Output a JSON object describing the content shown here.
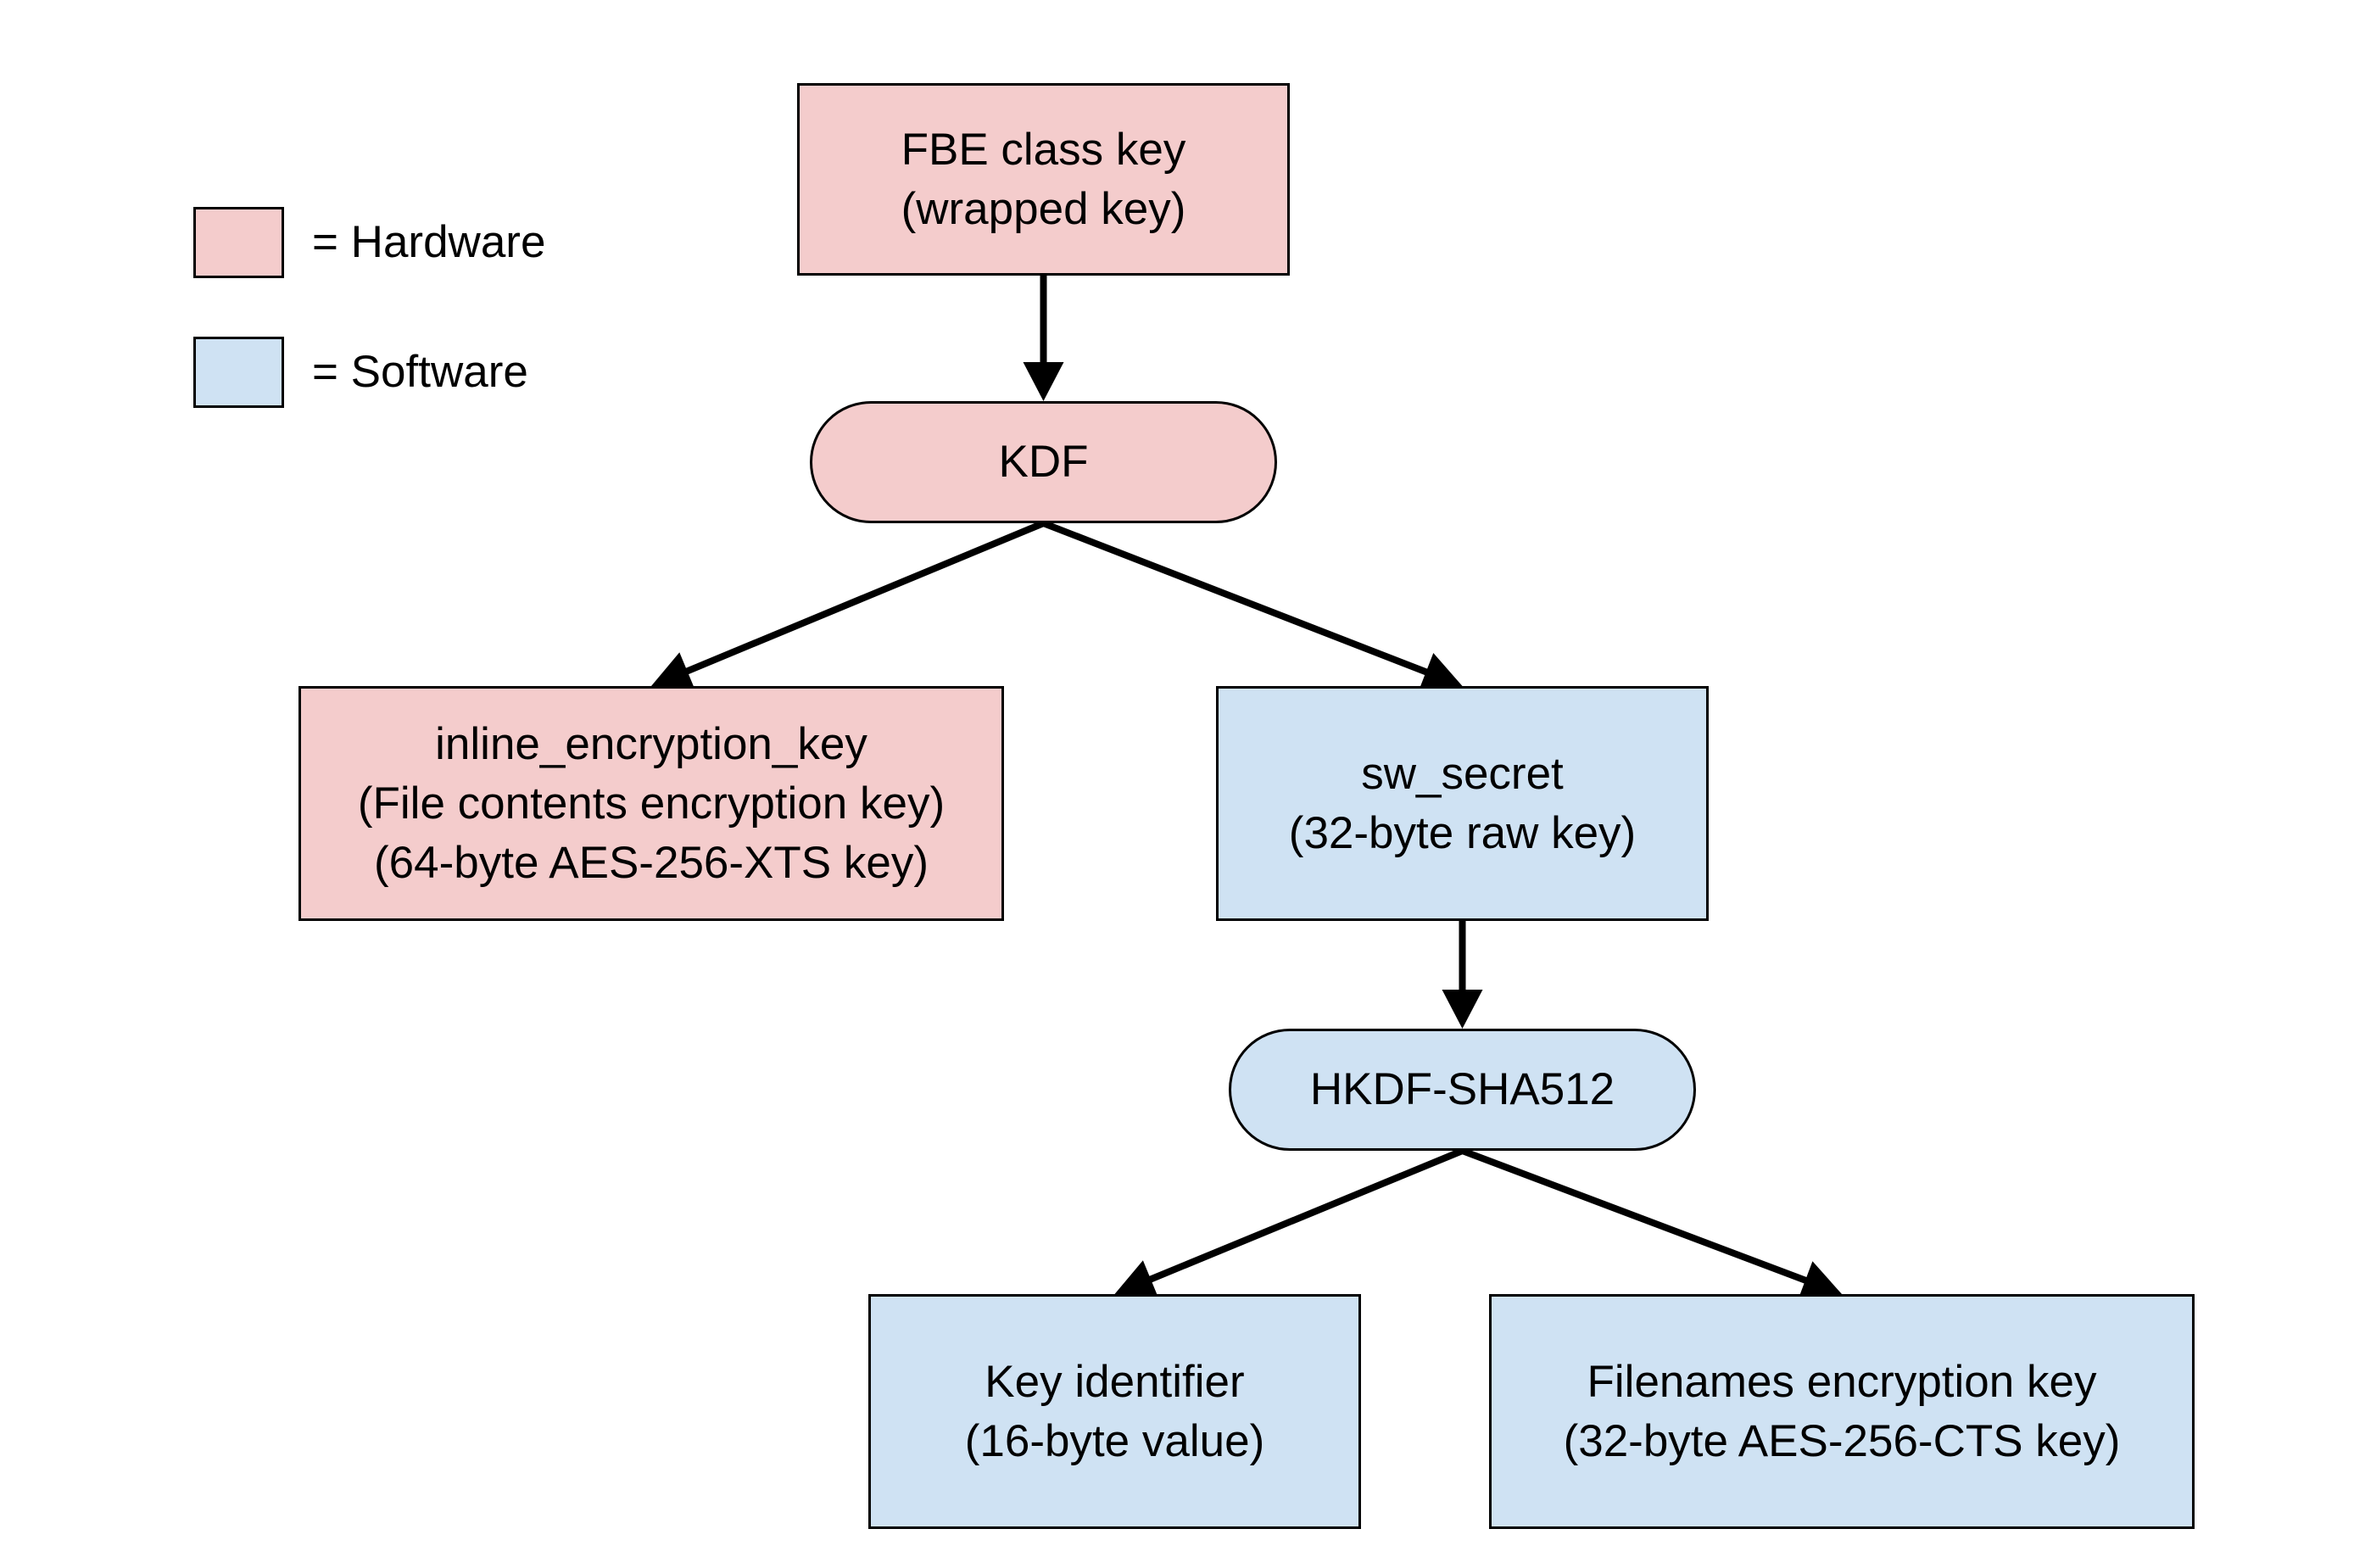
{
  "colors": {
    "hardware": "#f4cccc",
    "software": "#cfe2f3",
    "stroke": "#000000"
  },
  "legend": {
    "hardware_label": "= Hardware",
    "software_label": "= Software"
  },
  "nodes": {
    "fbe_class_key": {
      "lines": [
        "FBE class key",
        "(wrapped key)"
      ],
      "category": "hardware"
    },
    "kdf": {
      "lines": [
        "KDF"
      ],
      "category": "hardware"
    },
    "inline_encryption_key": {
      "lines": [
        "inline_encryption_key",
        "(File contents encryption key)",
        "(64-byte AES-256-XTS key)"
      ],
      "category": "hardware"
    },
    "sw_secret": {
      "lines": [
        "sw_secret",
        "(32-byte raw key)"
      ],
      "category": "software"
    },
    "hkdf_sha512": {
      "lines": [
        "HKDF-SHA512"
      ],
      "category": "software"
    },
    "key_identifier": {
      "lines": [
        "Key identifier",
        "(16-byte value)"
      ],
      "category": "software"
    },
    "filenames_encryption_key": {
      "lines": [
        "Filenames encryption key",
        "(32-byte AES-256-CTS key)"
      ],
      "category": "software"
    }
  },
  "edges": [
    {
      "from": "fbe_class_key",
      "to": "kdf"
    },
    {
      "from": "kdf",
      "to": "inline_encryption_key"
    },
    {
      "from": "kdf",
      "to": "sw_secret"
    },
    {
      "from": "sw_secret",
      "to": "hkdf_sha512"
    },
    {
      "from": "hkdf_sha512",
      "to": "key_identifier"
    },
    {
      "from": "hkdf_sha512",
      "to": "filenames_encryption_key"
    }
  ]
}
